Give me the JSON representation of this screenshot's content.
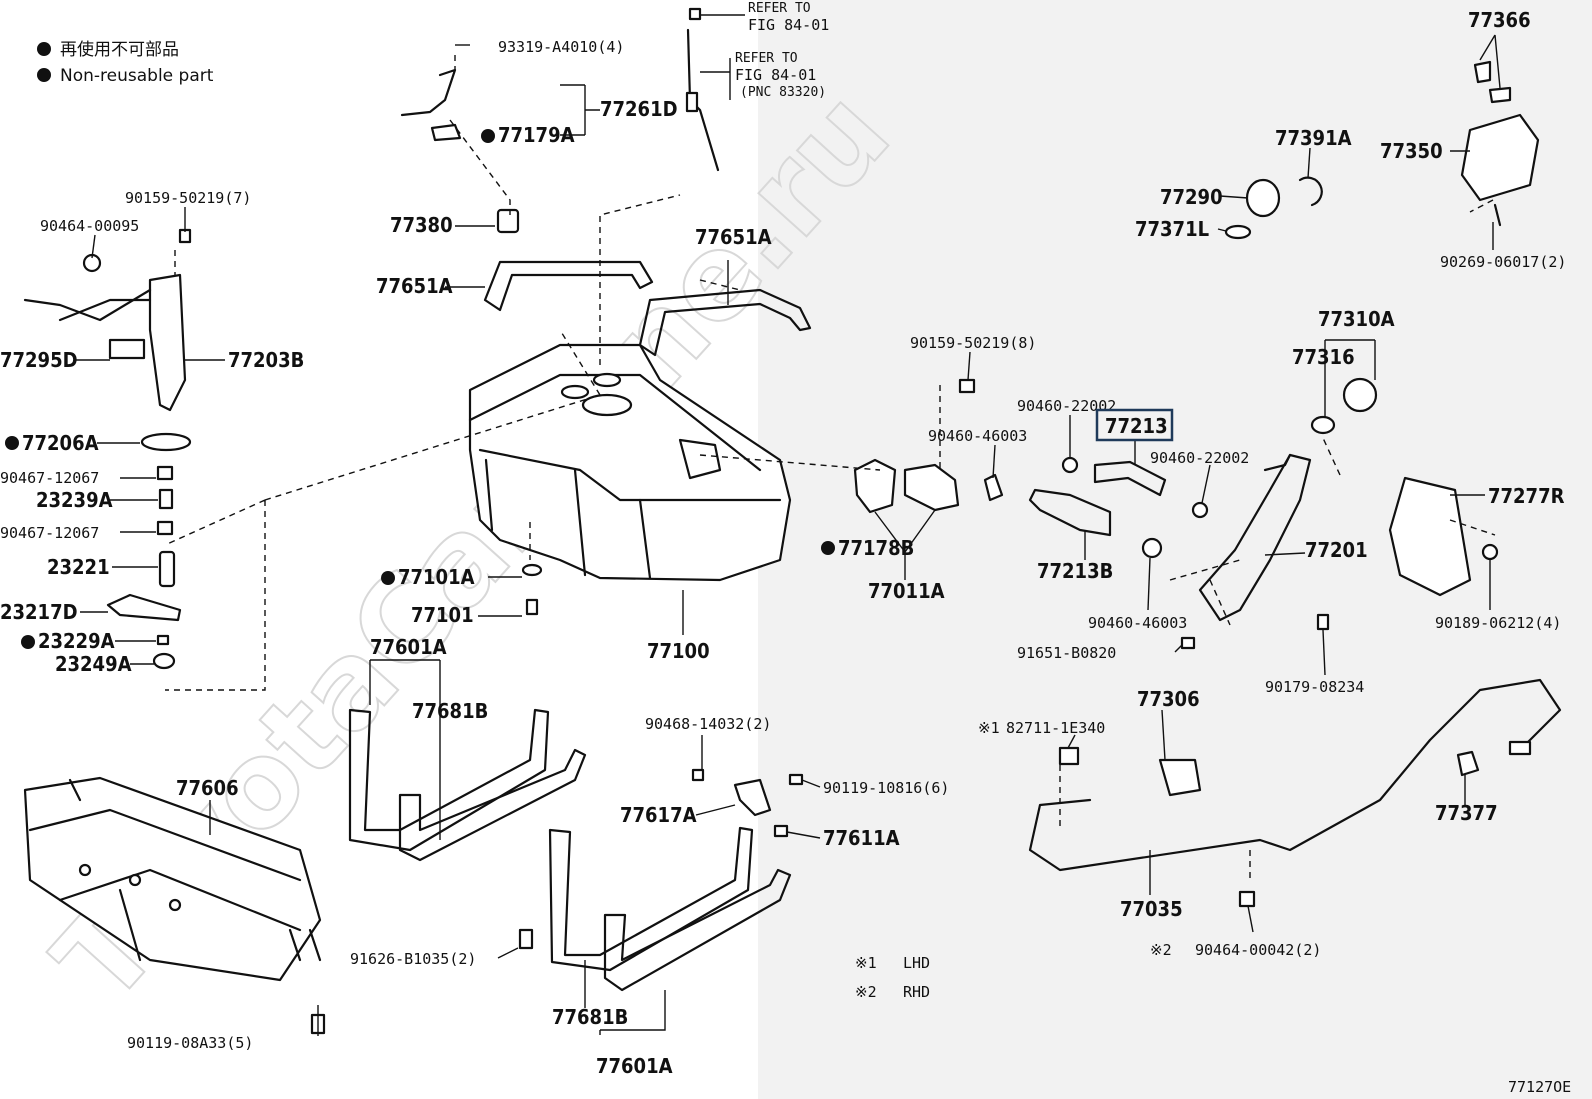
{
  "legend": {
    "jp": "再使用不可部品",
    "en": "Non-reusable part"
  },
  "watermark": "ToyotaCarMine.ru",
  "highlight_part": "77213",
  "figure_code": "77127OE",
  "notes": {
    "lhd_mark": "※1",
    "lhd": "LHD",
    "rhd_mark": "※2",
    "rhd": "RHD"
  },
  "refer": {
    "r1_line1": "REFER TO",
    "r1_line2": "FIG 84-01",
    "r2_line1": "REFER TO",
    "r2_line2": "FIG 84-01",
    "r2_line3": "(PNC 83320)"
  },
  "labels": {
    "p93319": "93319-A4010(4)",
    "p77261D": "77261D",
    "p77179A": "77179A",
    "p77380": "77380",
    "p77651A_a": "77651A",
    "p77651A_b": "77651A",
    "p90159_7": "90159-50219(7)",
    "p90464_00095": "90464-00095",
    "p77295D": "77295D",
    "p77203B": "77203B",
    "p77206A": "77206A",
    "p90467_a": "90467-12067",
    "p23239A": "23239A",
    "p90467_b": "90467-12067",
    "p23221": "23221",
    "p23217D": "23217D",
    "p23229A": "23229A",
    "p23249A": "23249A",
    "p77101A": "77101A",
    "p77101": "77101",
    "p77100": "77100",
    "p77601A_a": "77601A",
    "p77681B_a": "77681B",
    "p77606": "77606",
    "p91626": "91626-B1035(2)",
    "p90119_08A33": "90119-08A33(5)",
    "p77681B_b": "77681B",
    "p77601A_b": "77601A",
    "p90468": "90468-14032(2)",
    "p77617A": "77617A",
    "p90119_10816": "90119-10816(6)",
    "p77611A": "77611A",
    "p90159_8": "90159-50219(8)",
    "p90460_46003_a": "90460-46003",
    "p77178B": "77178B",
    "p77011A": "77011A",
    "p90460_22002_a": "90460-22002",
    "p77213": "77213",
    "p90460_22002_b": "90460-22002",
    "p77213B": "77213B",
    "p90460_46003_b": "90460-46003",
    "p91651": "91651-B0820",
    "p77201": "77201",
    "p90179": "90179-08234",
    "p77277R": "77277R",
    "p90189": "90189-06212(4)",
    "p77310A": "77310A",
    "p77316": "77316",
    "p77391A": "77391A",
    "p77290": "77290",
    "p77371L": "77371L",
    "p77366": "77366",
    "p77350": "77350",
    "p90269": "90269-06017(2)",
    "p82711_mark": "※1",
    "p82711": "82711-1E340",
    "p77306": "77306",
    "p77377": "77377",
    "p77035": "77035",
    "p90464_00042_mark": "※2",
    "p90464_00042": "90464-00042(2)"
  }
}
